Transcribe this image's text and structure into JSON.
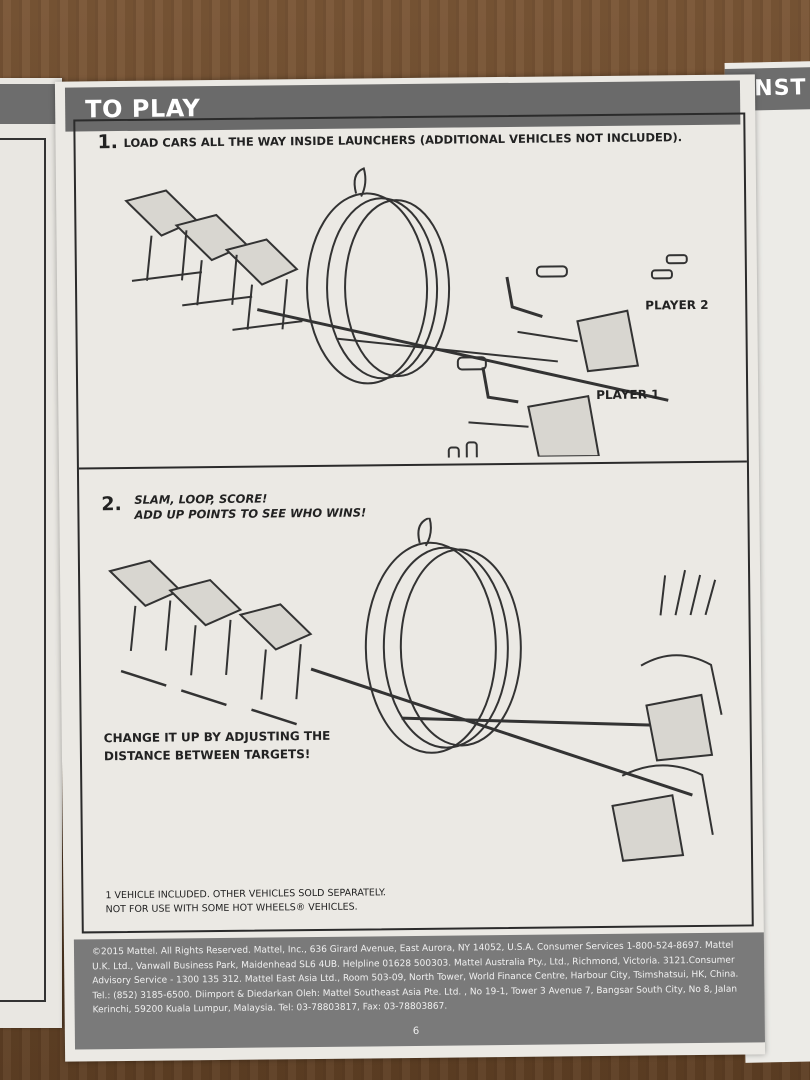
{
  "header": {
    "title": "TO PLAY"
  },
  "right_page": {
    "header_fragment": "INST"
  },
  "step1": {
    "number": "1.",
    "text": "LOAD CARS ALL THE WAY INSIDE LAUNCHERS (ADDITIONAL VEHICLES NOT INCLUDED).",
    "player2": "PLAYER 2",
    "player1": "PLAYER 1"
  },
  "step2": {
    "number": "2.",
    "line1": "SLAM, LOOP, SCORE!",
    "line2": "ADD UP POINTS TO SEE WHO WINS!",
    "change_line1": "CHANGE IT UP BY ADJUSTING THE",
    "change_line2": "DISTANCE BETWEEN TARGETS!"
  },
  "note": {
    "line1": "1 VEHICLE INCLUDED. OTHER VEHICLES SOLD SEPARATELY.",
    "line2": "NOT FOR USE WITH SOME HOT WHEELS® VEHICLES."
  },
  "footer": {
    "text": "©2015 Mattel. All Rights Reserved. Mattel, Inc., 636 Girard Avenue, East Aurora, NY 14052, U.S.A. Consumer Services 1-800-524-8697. Mattel U.K. Ltd., Vanwall Business Park, Maidenhead SL6 4UB. Helpline 01628 500303. Mattel Australia Pty., Ltd., Richmond, Victoria. 3121.Consumer Advisory Service - 1300 135 312. Mattel East Asia Ltd., Room 503-09, North Tower, World Finance Centre, Harbour City, Tsimshatsui, HK, China. Tel.: (852) 3185-6500. Diimport & Diedarkan Oleh: Mattel Southeast Asia Pte. Ltd. , No 19-1, Tower 3 Avenue 7, Bangsar South City, No 8, Jalan Kerinchi, 59200 Kuala Lumpur, Malaysia. Tel: 03-78803817, Fax: 03-78803867.",
    "page_number": "6"
  }
}
